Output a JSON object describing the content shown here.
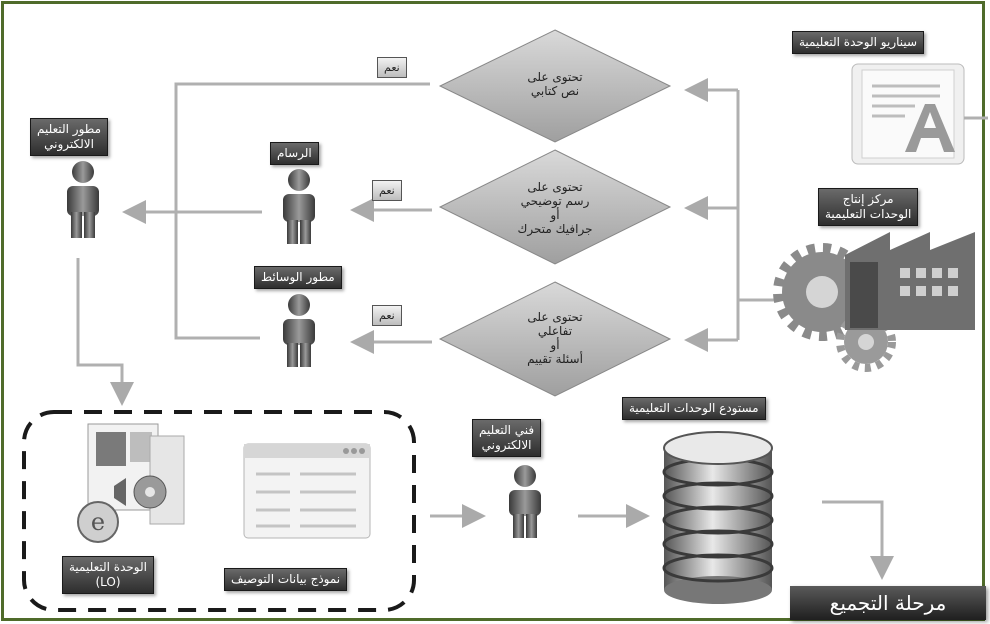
{
  "labels": {
    "unit_scenario": "سيناريو الوحدة التعليمية",
    "production_center": "مركز إنتاج\nالوحدات التعليمية",
    "elearning_developer": "مطور التعليم\nالالكتروني",
    "illustrator": "الرسام",
    "media_developer": "مطور الوسائط",
    "lo_repository": "مستودع الوحدات التعليمية",
    "elearning_technician": "فني التعليم\nالالكتروني",
    "learning_object": "الوحدة التعليمية\n(LO)",
    "metadata_form": "نموذج بيانات التوصيف",
    "assembly_stage": "مرحلة التجميع"
  },
  "decisions": [
    {
      "text": "تحتوى على\nنص كتابي",
      "yes": "نعم"
    },
    {
      "text": "تحتوى على\nرسم توضيحي\nأو\nجرافيك متحرك",
      "yes": "نعم"
    },
    {
      "text": "تحتوى على\nتفاعلي\nأو\nأسئلة تقييم",
      "yes": "نعم"
    }
  ],
  "icons": [
    "document-a-icon",
    "factory-gear-icon",
    "person-icon",
    "database-icon",
    "media-files-icon",
    "form-window-icon"
  ]
}
